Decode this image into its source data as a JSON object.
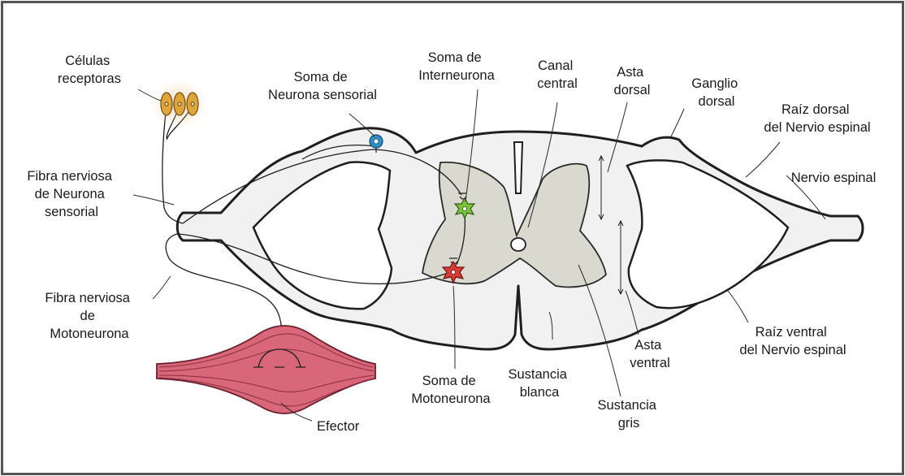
{
  "colors": {
    "border": "#555555",
    "cord_fill": "#f1f1f1",
    "cord_stroke": "#1f1f1f",
    "gray_matter": "#d9d9cf",
    "receptor": "#e0a538",
    "sensory_soma": "#2e8fc7",
    "interneuron_soma": "#7cc240",
    "motoneuron_soma": "#d83a36",
    "muscle": "#d8677a",
    "muscle_striation": "#8a2e3f"
  },
  "labels": {
    "celulas_receptoras": [
      "Células",
      "receptoras"
    ],
    "soma_neurona_sensorial": [
      "Soma de",
      "Neurona sensorial"
    ],
    "soma_interneurona": [
      "Soma de",
      "Interneurona"
    ],
    "canal_central": [
      "Canal",
      "central"
    ],
    "asta_dorsal": [
      "Asta",
      "dorsal"
    ],
    "ganglio_dorsal": [
      "Ganglio",
      "dorsal"
    ],
    "raiz_dorsal": [
      "Raíz dorsal",
      "del Nervio espinal"
    ],
    "nervio_espinal": [
      "Nervio espinal"
    ],
    "fibra_sensorial": [
      "Fibra nerviosa",
      "de Neurona",
      "sensorial"
    ],
    "fibra_motoneurona": [
      "Fibra nerviosa",
      "de",
      "Motoneurona"
    ],
    "raiz_ventral": [
      "Raíz ventral",
      "del Nervio espinal"
    ],
    "asta_ventral": [
      "Asta",
      "ventral"
    ],
    "sustancia_blanca": [
      "Sustancia",
      "blanca"
    ],
    "sustancia_gris": [
      "Sustancia",
      "gris"
    ],
    "soma_motoneurona": [
      "Soma de",
      "Motoneurona"
    ],
    "efector": [
      "Efector"
    ]
  }
}
